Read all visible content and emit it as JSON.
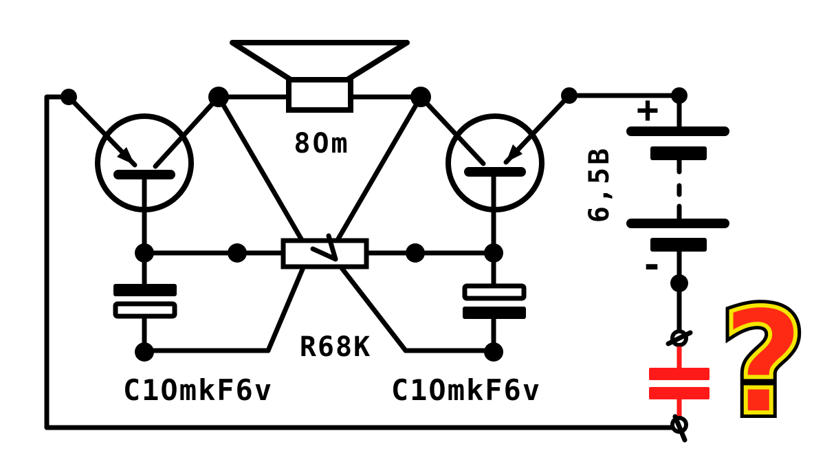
{
  "labels": {
    "speaker": "8Om",
    "resistor": "R68K",
    "cap_left": "C1OmkF6v",
    "cap_right": "C1OmkF6v",
    "battery_voltage": "6,5B",
    "battery_plus": "+",
    "battery_minus": "-",
    "question": "?"
  },
  "colors": {
    "ink": "#000000",
    "highlight_capacitor": "#ff1a1a",
    "question_fill": "#ff2a14",
    "question_outline": "#f4e600"
  }
}
